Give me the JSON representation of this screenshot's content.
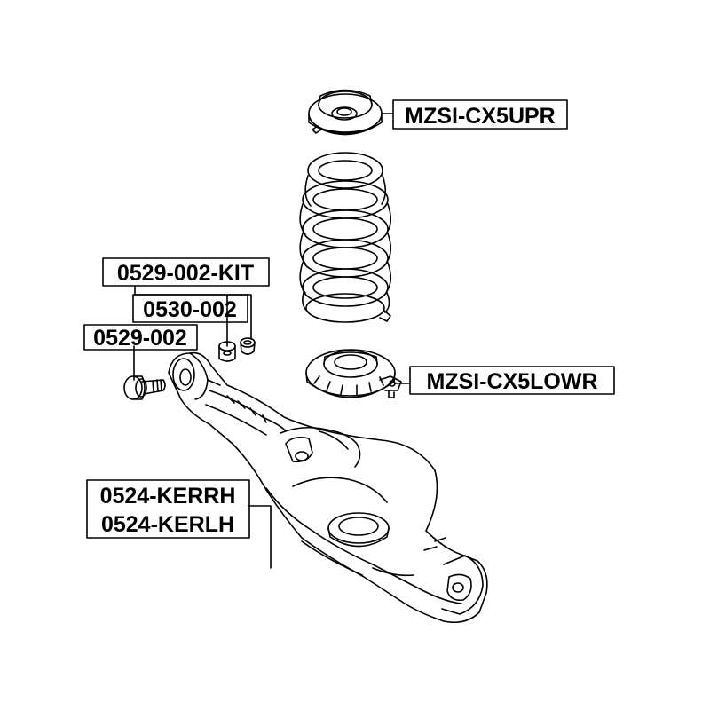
{
  "labels": {
    "upper_mount": "MZSI-CX5UPR",
    "lower_mount": "MZSI-CX5LOWR",
    "bolt_kit": "0529-002-KIT",
    "washer": "0530-002",
    "bolt": "0529-002",
    "arm_rh": "0524-KERRH",
    "arm_lh": "0524-KERLH"
  },
  "colors": {
    "line": "#000000",
    "background": "#ffffff"
  }
}
